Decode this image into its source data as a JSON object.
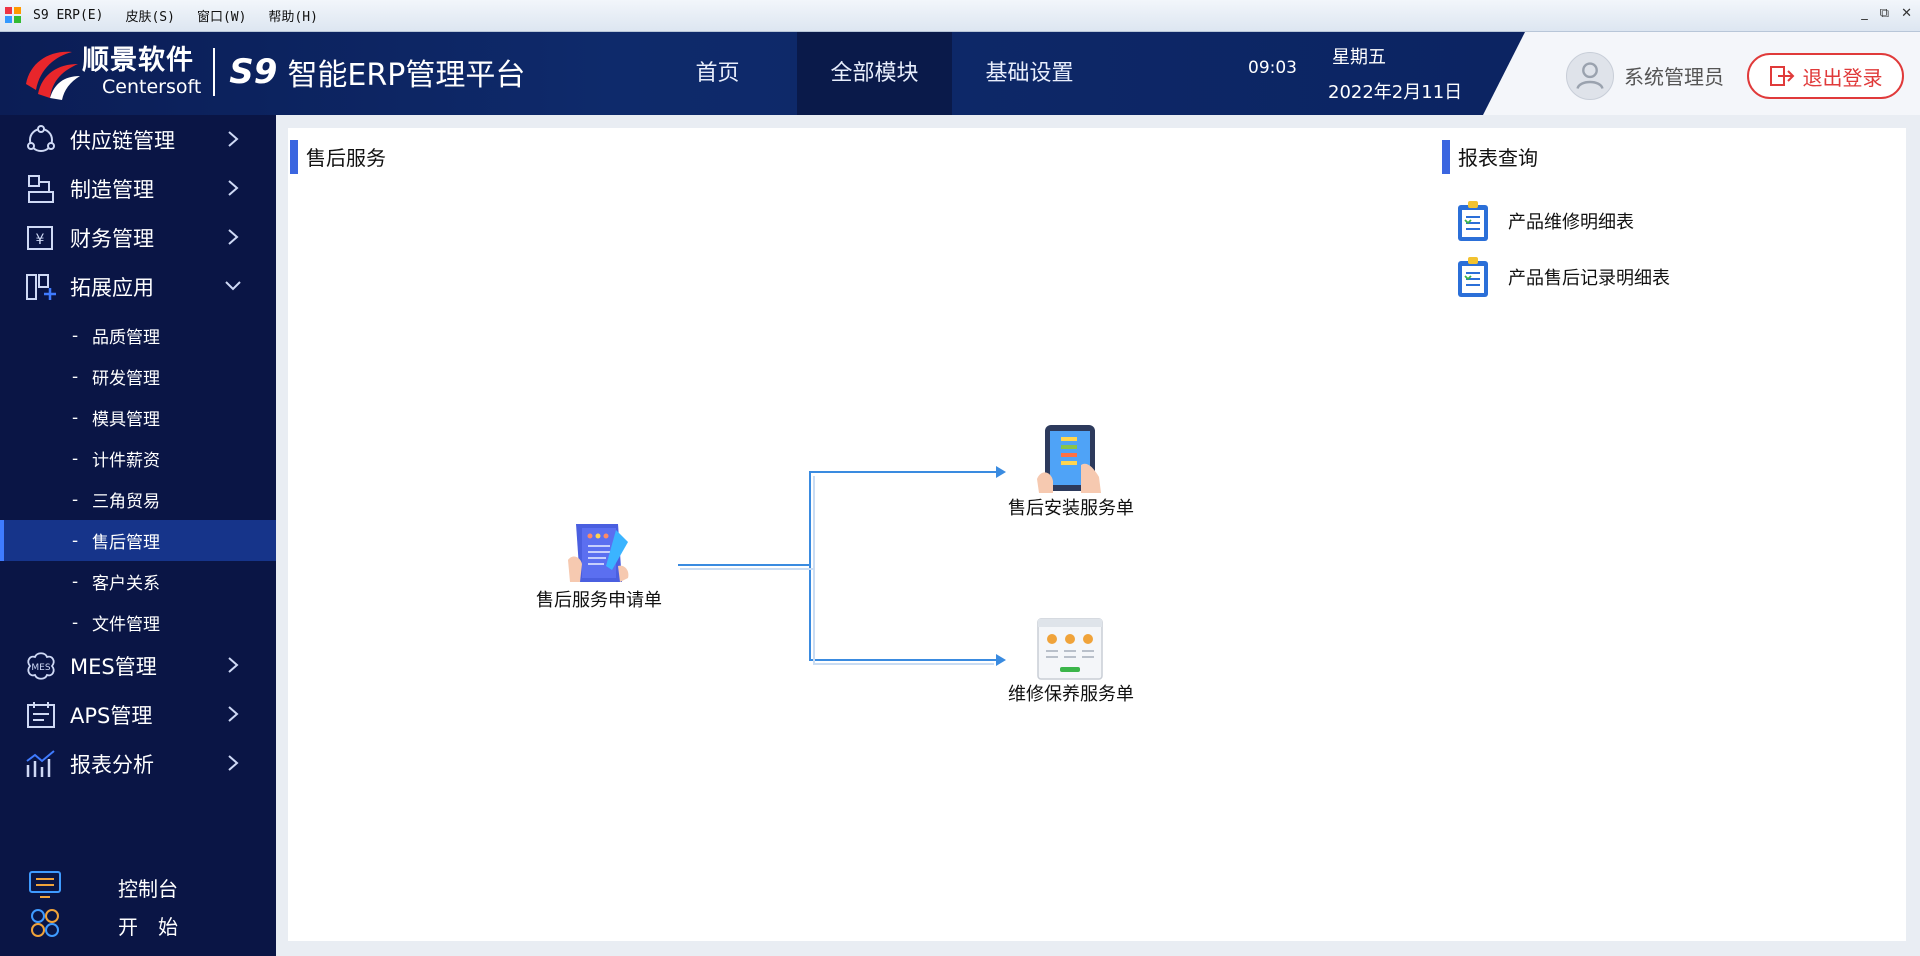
{
  "window": {
    "menu": [
      "S9 ERP(E)",
      "皮肤(S)",
      "窗口(W)",
      "帮助(H)"
    ],
    "controls": [
      "_",
      "⧉",
      "✕"
    ]
  },
  "header": {
    "logo_cn": "顺景软件",
    "logo_en": "Centersoft",
    "product_mark": "S9",
    "platform_title": "智能ERP管理平台",
    "tabs": [
      "首页",
      "全部模块",
      "基础设置"
    ],
    "active_tab": "全部模块",
    "time": "09:03",
    "weekday": "星期五",
    "date": "2022年2月11日",
    "user": "系统管理员",
    "logout": "退出登录"
  },
  "sidebar": {
    "main_top": [
      {
        "label": "供应链管理",
        "icon": "supply-chain-icon",
        "expanded": false
      },
      {
        "label": "制造管理",
        "icon": "manufacturing-icon",
        "expanded": false
      },
      {
        "label": "财务管理",
        "icon": "finance-icon",
        "expanded": false
      },
      {
        "label": "拓展应用",
        "icon": "extension-icon",
        "expanded": true
      }
    ],
    "sub_items": [
      "品质管理",
      "研发管理",
      "模具管理",
      "计件薪资",
      "三角贸易",
      "售后管理",
      "客户关系",
      "文件管理"
    ],
    "active_sub": "售后管理",
    "main_bottom": [
      {
        "label": "MES管理",
        "icon": "mes-icon",
        "expanded": false
      },
      {
        "label": "APS管理",
        "icon": "aps-icon",
        "expanded": false
      },
      {
        "label": "报表分析",
        "icon": "report-analysis-icon",
        "expanded": false
      }
    ],
    "footer": [
      {
        "label": "控制台",
        "icon": "console-icon"
      },
      {
        "label": "开　始",
        "icon": "start-icon"
      }
    ]
  },
  "content": {
    "section_title": "售后服务",
    "flow": {
      "source": "售后服务申请单",
      "targets": [
        "售后安装服务单",
        "维修保养服务单"
      ]
    },
    "reports_title": "报表查询",
    "reports": [
      "产品维修明细表",
      "产品售后记录明细表"
    ]
  },
  "colors": {
    "header_bg": "#0e2a6b",
    "sidebar_bg": "#0a1545",
    "active_item": "#16348a",
    "accent_bar": "#3b66e0",
    "logout_red": "#e03a3a",
    "flow_arrow": "#3a8be0"
  }
}
